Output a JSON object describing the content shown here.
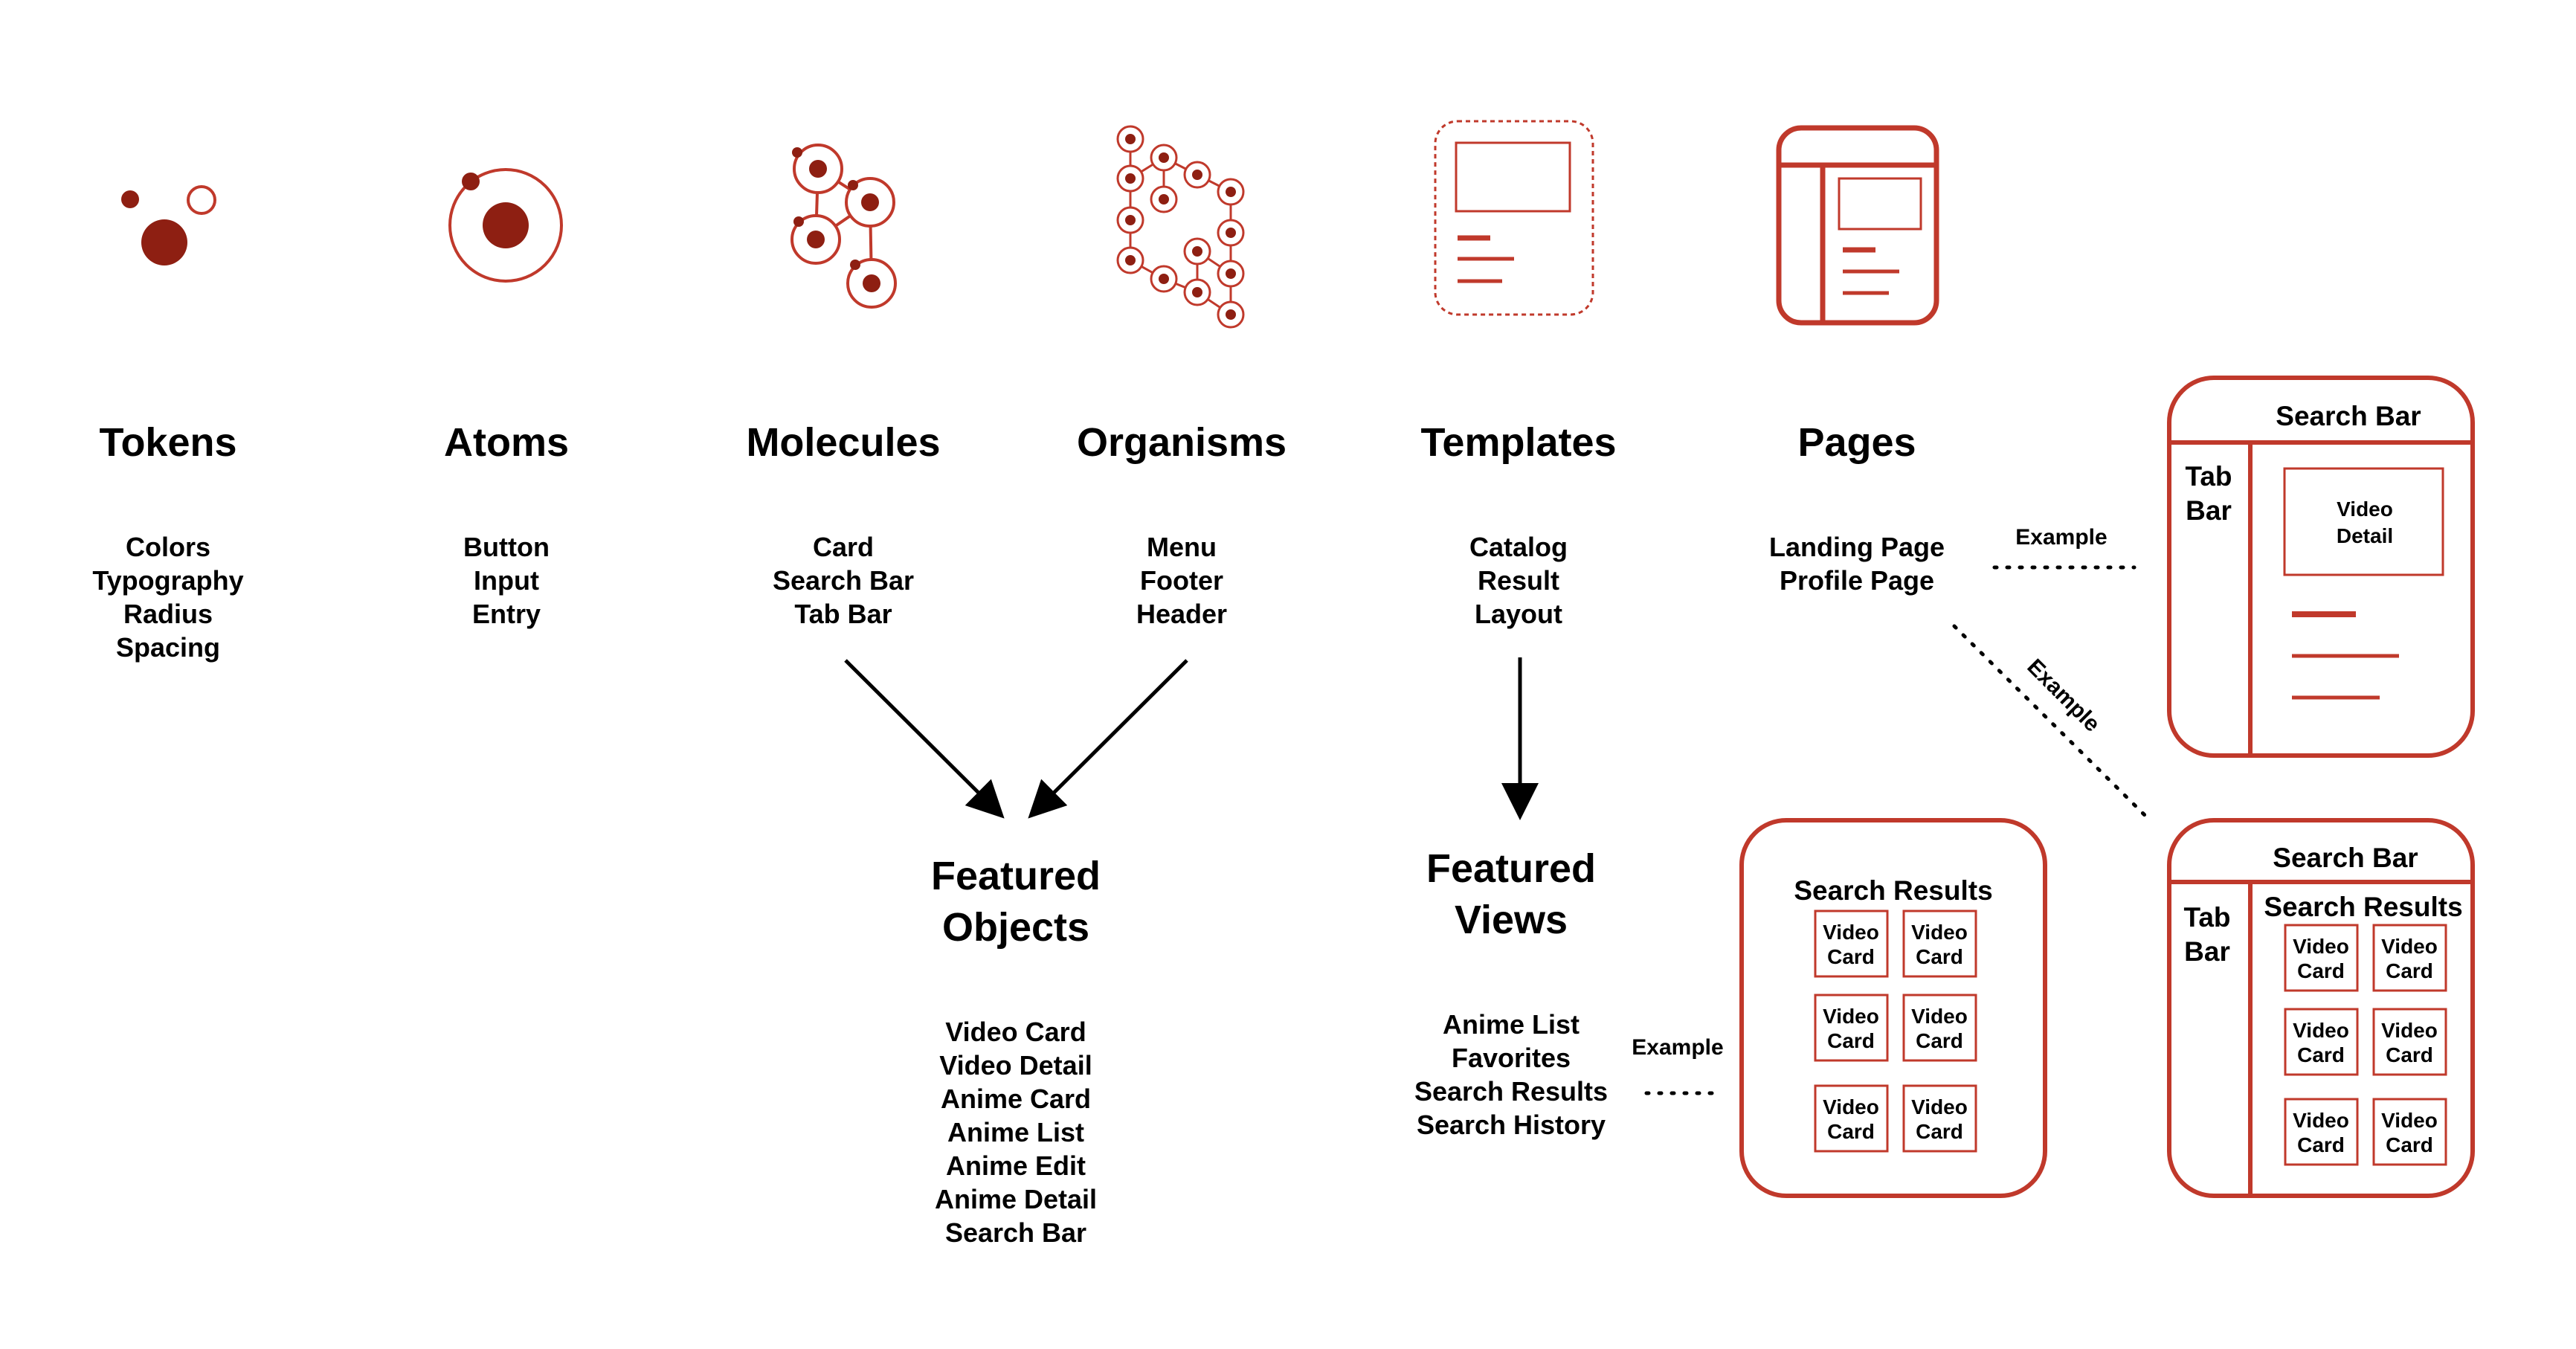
{
  "colors": {
    "accent": "#c0392b",
    "dark_fill": "#8e1f12",
    "text": "#000000",
    "background": "#ffffff"
  },
  "icons": [
    "tokens-icon",
    "atoms-icon",
    "molecules-icon",
    "organisms-icon",
    "templates-icon",
    "pages-icon"
  ],
  "columns": [
    {
      "id": "tokens",
      "title": "Tokens",
      "items": [
        "Colors",
        "Typography",
        "Radius",
        "Spacing"
      ]
    },
    {
      "id": "atoms",
      "title": "Atoms",
      "items": [
        "Button",
        "Input",
        "Entry"
      ]
    },
    {
      "id": "molecules",
      "title": "Molecules",
      "items": [
        "Card",
        "Search Bar",
        "Tab Bar"
      ]
    },
    {
      "id": "organisms",
      "title": "Organisms",
      "items": [
        "Menu",
        "Footer",
        "Header"
      ]
    },
    {
      "id": "templates",
      "title": "Templates",
      "items": [
        "Catalog",
        "Result",
        "Layout"
      ]
    },
    {
      "id": "pages",
      "title": "Pages",
      "items": [
        "Landing Page",
        "Profile Page"
      ]
    }
  ],
  "featured_objects": {
    "title_line1": "Featured",
    "title_line2": "Objects",
    "items": [
      "Video Card",
      "Video Detail",
      "Anime Card",
      "Anime List",
      "Anime Edit",
      "Anime Detail",
      "Search Bar"
    ]
  },
  "featured_views": {
    "title_line1": "Featured",
    "title_line2": "Views",
    "items": [
      "Anime List",
      "Favorites",
      "Search Results",
      "Search History"
    ]
  },
  "connectors": {
    "example_label": "Example"
  },
  "mockup_detail": {
    "search_bar": "Search Bar",
    "tab_bar_line1": "Tab",
    "tab_bar_line2": "Bar",
    "detail_line1": "Video",
    "detail_line2": "Detail"
  },
  "mockup_results": {
    "title": "Search Results",
    "card_line1": "Video",
    "card_line2": "Card"
  },
  "mockup_page_results": {
    "search_bar": "Search Bar",
    "tab_bar_line1": "Tab",
    "tab_bar_line2": "Bar",
    "title": "Search Results",
    "card_line1": "Video",
    "card_line2": "Card"
  }
}
